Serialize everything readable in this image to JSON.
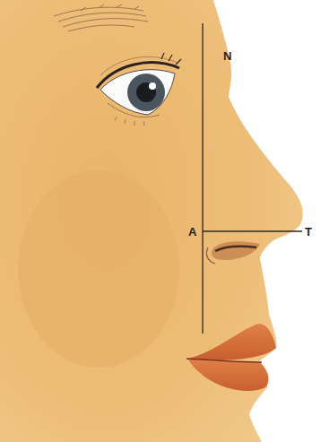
{
  "diagram": {
    "labels": [
      "N",
      "A",
      "T"
    ]
  }
}
